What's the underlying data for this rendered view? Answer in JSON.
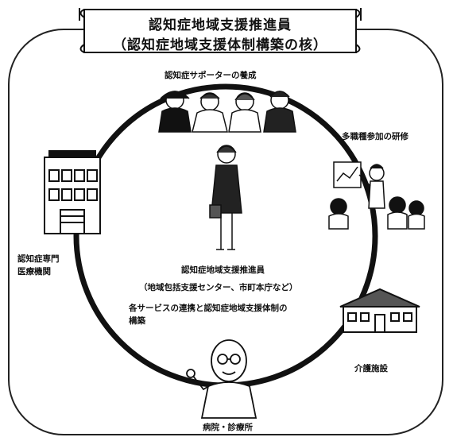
{
  "title": {
    "line1": "認知症地域支援推進員",
    "line2": "（認知症地域支援体制構築の核）"
  },
  "labels": {
    "supporters": "認知症サポーターの養成",
    "training": "多職種参加の研修",
    "medical_line1": "認知症専門",
    "medical_line2": "医療機関",
    "center_title": "認知症地域支援推進員",
    "center_sub": "（地域包括支援センター、市町本庁など）",
    "center_desc_line1": "各サービスの連携と認知症地域支援体制の",
    "center_desc_line2": "構築",
    "care": "介護施設",
    "hospital": "病院・診療所"
  },
  "colors": {
    "ink": "#111111",
    "ring": "#111111",
    "paper": "#ffffff"
  }
}
